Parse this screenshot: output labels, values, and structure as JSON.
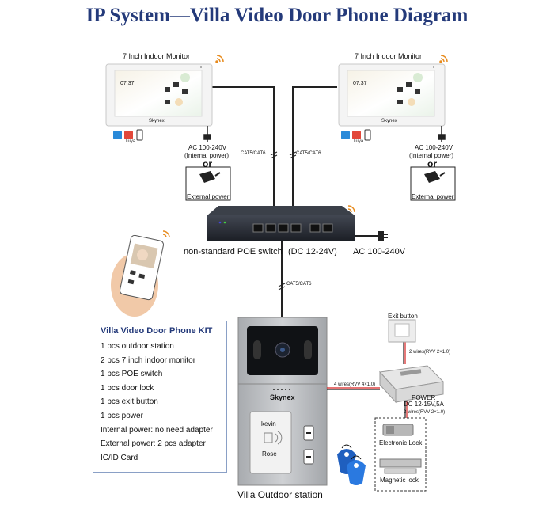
{
  "title": "IP System—Villa Video Door Phone Diagram",
  "monitor_left": {
    "label": "7 Inch Indoor Monitor",
    "time": "07:37",
    "brand": "Skynex",
    "power": "AC 100-240V",
    "power_sub": "(Internal power)",
    "or": "or",
    "external": "External power",
    "cable": "CAT5/CAT6",
    "app": "Tuya"
  },
  "monitor_right": {
    "label": "7 Inch Indoor Monitor",
    "time": "07:37",
    "brand": "Skynex",
    "power": "AC 100-240V",
    "power_sub": "(Internal power)",
    "or": "or",
    "external": "External power",
    "cable": "CAT5/CAT6",
    "app": "Tuya"
  },
  "switch": {
    "label": "non-standard POE switch",
    "dc": "(DC 12-24V)",
    "ac": "AC 100-240V",
    "cable_down": "CAT5/CAT6"
  },
  "kit": {
    "title": "Villa Video Door Phone KIT",
    "items": [
      "1 pcs outdoor station",
      "2 pcs 7 inch indoor monitor",
      "1 pcs POE switch",
      "1 pcs door lock",
      "1 pcs exit button",
      "1 pcs power",
      "Internal power: no need adapter",
      "External power: 2 pcs adapter",
      "IC/ID Card"
    ]
  },
  "outdoor": {
    "label": "Villa Outdoor station",
    "brand": "Skynex",
    "name1": "kevin",
    "name2": "Rose"
  },
  "wiring": {
    "wires4": "4 wires(RVV 4×1.0)",
    "wires2a": "2 wires(RVV 2×1.0)",
    "wires2b": "2 wires(RVV 2×1.0)"
  },
  "exit_button": "Exit button",
  "power_unit": {
    "label": "POWER",
    "spec": "DC 12-15V,5A"
  },
  "locks": {
    "electronic": "Electronic Lock",
    "magnetic": "Magnetic lock"
  },
  "colors": {
    "title": "#243a7a",
    "line": "#222222",
    "red_wire": "#d62020",
    "monitor_frame": "#f4f4f4",
    "switch_body": "#2b2f38",
    "outdoor_panel": "#b9bcc0",
    "kit_border": "#8aa0c6"
  }
}
